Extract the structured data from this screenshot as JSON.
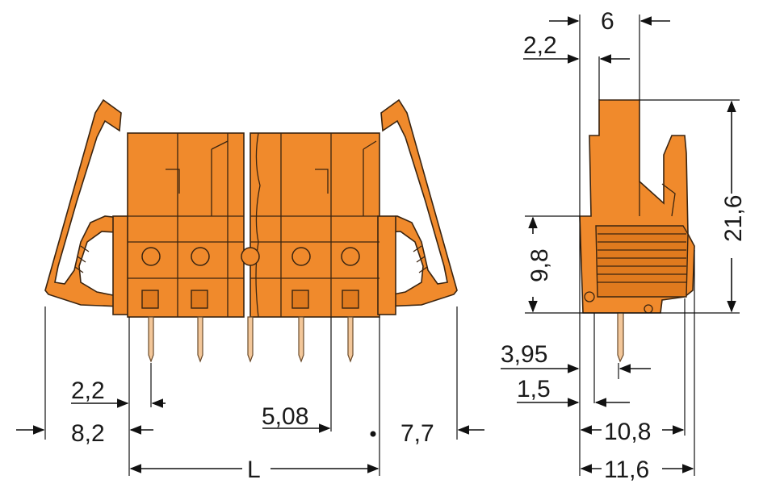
{
  "front_view": {
    "dim_pin_offset": "2,2",
    "dim_left_end": "8,2",
    "dim_pitch": "5,08",
    "dim_right_end": "7,7",
    "dim_length": "L",
    "pin_count": 5
  },
  "side_view": {
    "dim_top_width": "6",
    "dim_top_offset": "2,2",
    "dim_height": "21,6",
    "dim_lower_height": "9,8",
    "dim_pin_pos": "3,95",
    "dim_pin_width": "1,5",
    "dim_depth_inner": "10,8",
    "dim_depth_outer": "11,6"
  },
  "colors": {
    "housing": "#f08a2c",
    "outline": "#3a2410",
    "pins": "#f3c79a"
  }
}
